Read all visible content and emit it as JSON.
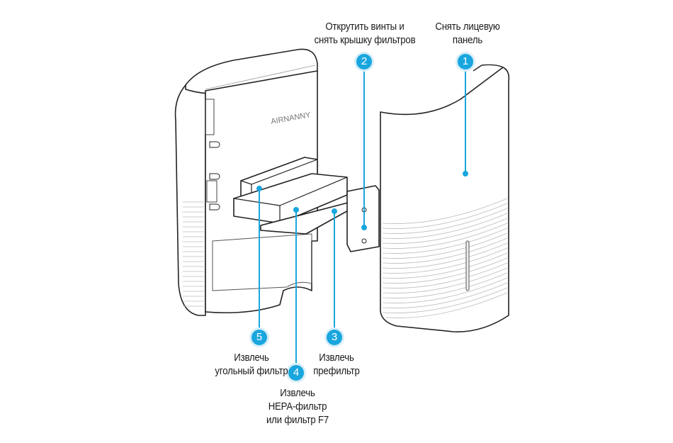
{
  "diagram": {
    "brand_logo_text": "AIRNANNY",
    "accent_color": "#19a6de",
    "steps": [
      {
        "number": "1",
        "lines": [
          "Снять лицевую",
          "панель"
        ]
      },
      {
        "number": "2",
        "lines": [
          "Открутить винты и",
          "снять крышку фильтров"
        ]
      },
      {
        "number": "3",
        "lines": [
          "Извлечь",
          "префильтр"
        ]
      },
      {
        "number": "4",
        "lines": [
          "Извлечь",
          "HEPA-фильтр",
          "или фильтр F7"
        ]
      },
      {
        "number": "5",
        "lines": [
          "Извлечь",
          "угольный фильтр"
        ]
      }
    ]
  }
}
